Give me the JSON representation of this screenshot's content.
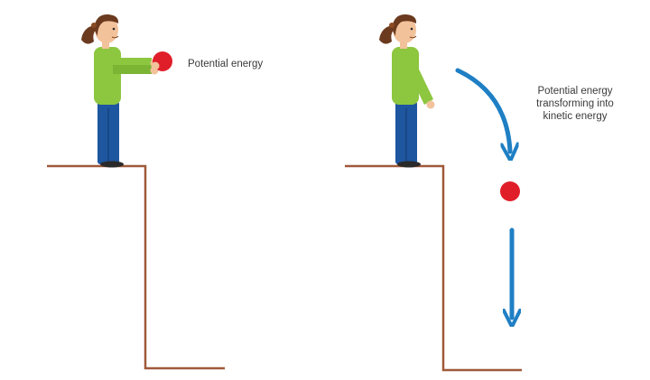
{
  "captions": {
    "left": "Potential energy",
    "right_lines": [
      "Potential energy",
      "transforming into",
      "kinetic energy"
    ]
  },
  "colors": {
    "ground": "#a0593a",
    "arrow": "#1f7fc4",
    "ball": "#e01e2a",
    "shirt": "#8dc63f",
    "pants": "#1e56a0",
    "hair": "#6b3a1f",
    "skin": "#f2c29b",
    "shoe": "#2a2a2a"
  },
  "icons": [
    "person-icon",
    "ball-icon",
    "curved-arrow-icon",
    "down-arrow-icon",
    "cliff-icon"
  ]
}
